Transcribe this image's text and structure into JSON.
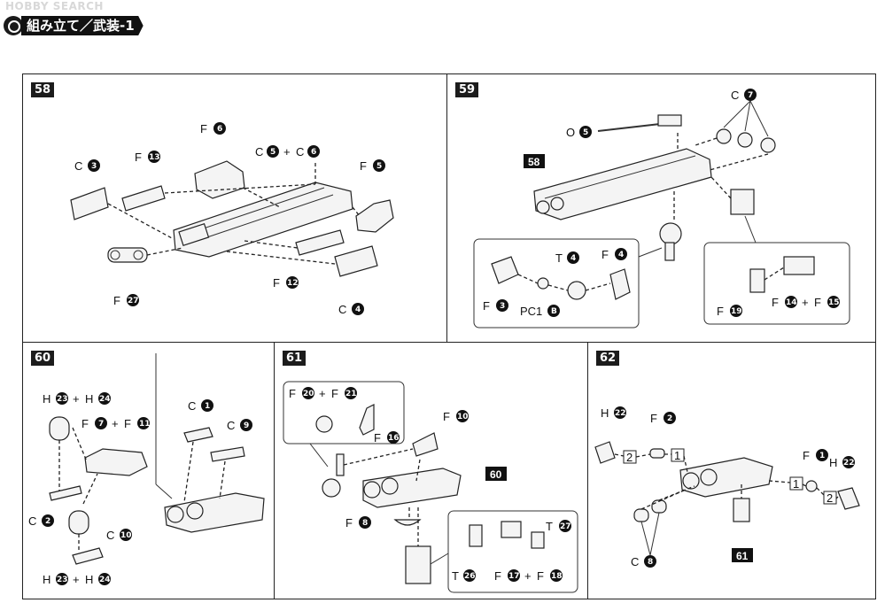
{
  "watermark": "HOBBY SEARCH",
  "header": {
    "title": "組み立て／武装-1"
  },
  "steps": [
    {
      "num": "58",
      "labels": {
        "c3": "C",
        "c3n": "3",
        "f13": "F",
        "f13n": "13",
        "f6": "F",
        "f6n": "6",
        "c5c6": "C",
        "c5n": "5",
        "plus": "+",
        "c6": "C",
        "c6n": "6",
        "f5": "F",
        "f5n": "5",
        "f27": "F",
        "f27n": "27",
        "f12": "F",
        "f12n": "12",
        "c4": "C",
        "c4n": "4"
      }
    },
    {
      "num": "59",
      "labels": {
        "o5": "O",
        "o5n": "5",
        "c7": "C",
        "c7n": "7",
        "ref58": "58",
        "t4": "T",
        "t4n": "4",
        "f4": "F",
        "f4n": "4",
        "f3": "F",
        "f3n": "3",
        "pc1b": "PC1",
        "pc1bn": "B",
        "f19": "F",
        "f19n": "19",
        "f14": "F",
        "f14n": "14",
        "plus": "+",
        "f15": "F",
        "f15n": "15"
      }
    },
    {
      "num": "60",
      "labels": {
        "h23a": "H",
        "h23an": "23",
        "plus": "+",
        "h24a": "H",
        "h24an": "24",
        "f7": "F",
        "f7n": "7",
        "f11": "F",
        "f11n": "11",
        "c2": "C",
        "c2n": "2",
        "c10": "C",
        "c10n": "10",
        "h23b": "H",
        "h23bn": "23",
        "h24b": "H",
        "h24bn": "24",
        "c1": "C",
        "c1n": "1",
        "c9": "C",
        "c9n": "9"
      }
    },
    {
      "num": "61",
      "labels": {
        "f20": "F",
        "f20n": "20",
        "plus": "+",
        "f21": "F",
        "f21n": "21",
        "f16": "F",
        "f16n": "16",
        "f10": "F",
        "f10n": "10",
        "ref60": "60",
        "f8": "F",
        "f8n": "8",
        "t27": "T",
        "t27n": "27",
        "t26": "T",
        "t26n": "26",
        "f17": "F",
        "f17n": "17",
        "f18": "F",
        "f18n": "18"
      }
    },
    {
      "num": "62",
      "labels": {
        "h22a": "H",
        "h22an": "22",
        "f2": "F",
        "f2n": "2",
        "f1": "F",
        "f1n": "1",
        "h22b": "H",
        "h22bn": "22",
        "c8": "C",
        "c8n": "8",
        "ref61": "61",
        "box1": "1",
        "box2": "2"
      }
    }
  ]
}
